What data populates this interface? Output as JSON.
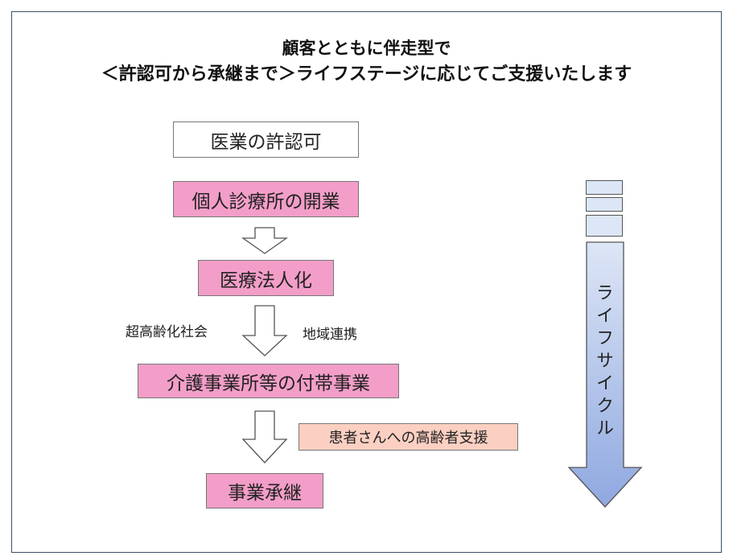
{
  "title": {
    "line1": "顧客とともに伴走型で",
    "line2": "＜許認可から承継まで＞ライフステージに応じてご支援いたします"
  },
  "steps": {
    "license": "医業の許認可",
    "clinic_opening": "個人診療所の開業",
    "incorporation": "医療法人化",
    "ancillary_business": "介護事業所等の付帯事業",
    "succession": "事業承継"
  },
  "labels": {
    "aging_society": "超高齢化社会",
    "regional_cooperation": "地域連携",
    "elderly_support": "患者さんへの高齢者支援"
  },
  "lifecycle": {
    "label": "ライフサイクル"
  },
  "colors": {
    "pink": "#f29ec8",
    "salmon": "#fbd0c2",
    "arrow_top": "#dde6f6",
    "arrow_bottom": "#8fa8e0",
    "frame": "#3a4e66"
  }
}
